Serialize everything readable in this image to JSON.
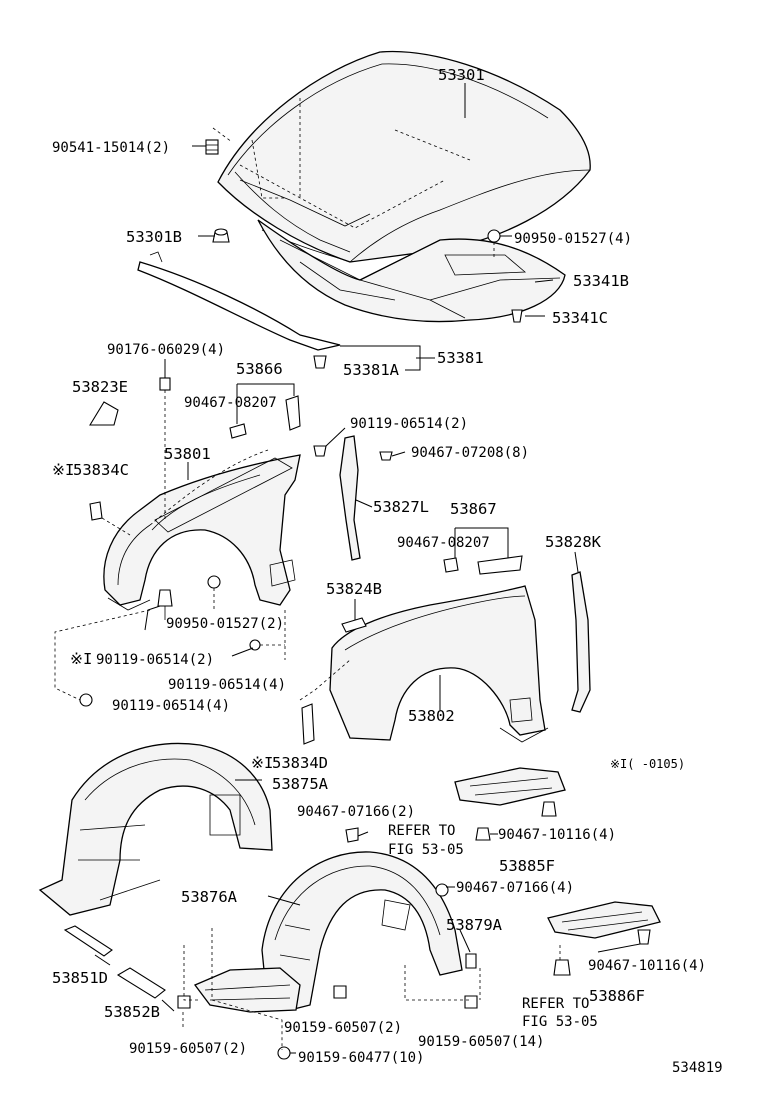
{
  "diagram": {
    "part_labels": {
      "p53301": "53301",
      "p90541": "90541-15014(2)",
      "p53301b": "53301B",
      "p90950_top": "90950-01527(4)",
      "p53341b": "53341B",
      "p53341c": "53341C",
      "p90176": "90176-06029(4)",
      "p53381a": "53381A",
      "p53381": "53381",
      "p53823e": "53823E",
      "p53866": "53866",
      "p90467_08207_a": "90467-08207",
      "p90119_top": "90119-06514(2)",
      "p90467_07208": "90467-07208(8)",
      "p53834c": "53834C",
      "p53801": "53801",
      "p53827l": "53827L",
      "p53867": "53867",
      "p90467_08207_b": "90467-08207",
      "p53828k": "53828K",
      "p53824b": "53824B",
      "p90950_mid": "90950-01527(2)",
      "p90119_mark": "90119-06514(2)",
      "p90119_4a": "90119-06514(4)",
      "p90119_4b": "90119-06514(4)",
      "p53802": "53802",
      "p53834d": "53834D",
      "p53875a": "53875A",
      "p90467_07166_a": "90467-07166(2)",
      "p_refer1": "REFER TO",
      "p_fig1": "FIG 53-05",
      "p90467_10116_a": "90467-10116(4)",
      "p53885f": "53885F",
      "p53876a": "53876A",
      "p90467_07166_b": "90467-07166(4)",
      "p53879a": "53879A",
      "p90467_10116_b": "90467-10116(4)",
      "p53851d": "53851D",
      "p53852b": "53852B",
      "p53886f": "53886F",
      "p_refer2": "REFER TO",
      "p_fig2": "FIG 53-05",
      "p90159_60507_a": "90159-60507(2)",
      "p90159_60507_b": "90159-60507(2)",
      "p90159_60507_c": "90159-60507(14)",
      "p90159_60477": "90159-60477(10)"
    },
    "note_marks": {
      "mark": "※",
      "c_prefix": "※I",
      "footnote": "※I(    -0105)"
    },
    "figure_number": "534819"
  }
}
